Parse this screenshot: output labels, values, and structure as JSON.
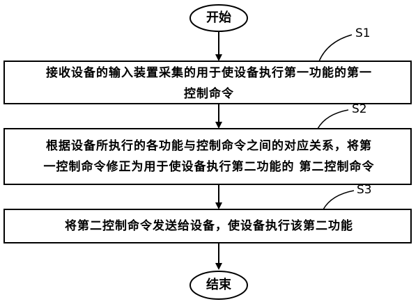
{
  "start": "开始",
  "end": "结束",
  "steps": [
    {
      "id": "S1",
      "lines": [
        "接收设备的输入装置采集的用于使设备执行第一功能的第一",
        "控制命令"
      ]
    },
    {
      "id": "S2",
      "lines": [
        "根据设备所执行的各功能与控制命令之间的对应关系，将第",
        "一控制命令修正为用于使设备执行第二功能的 第二控制命令"
      ]
    },
    {
      "id": "S3",
      "lines": [
        "将第二控制命令发送给设备，使设备执行该第二功能"
      ]
    }
  ],
  "colors": {
    "stroke": "#000000",
    "background": "#ffffff"
  }
}
